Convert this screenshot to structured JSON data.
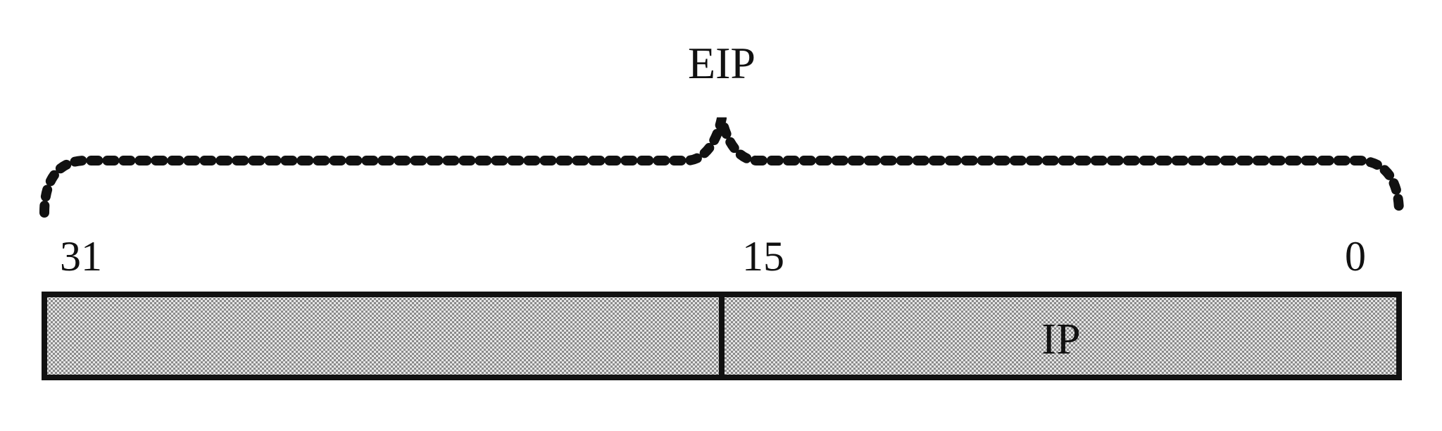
{
  "register": {
    "full_name": "EIP",
    "low_half_name": "IP",
    "high_half_name": "",
    "bits": {
      "msb": "31",
      "mid": "15",
      "lsb": "0"
    }
  },
  "colors": {
    "stroke": "#111111",
    "fill_pattern_dark": "#8a8a8a",
    "fill_pattern_light": "#e6e6e6",
    "background": "#ffffff"
  }
}
